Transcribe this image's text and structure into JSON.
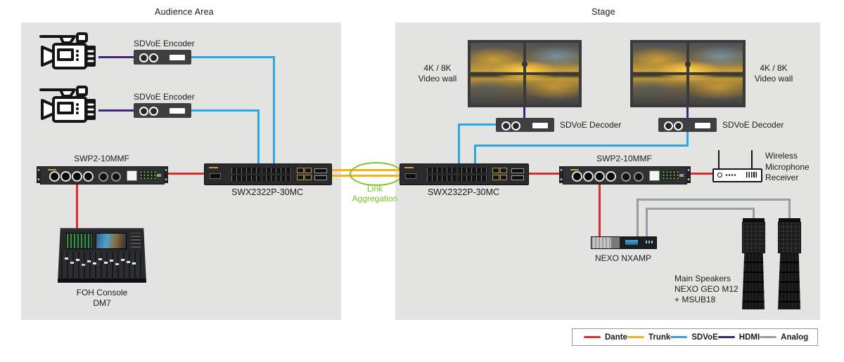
{
  "titles": {
    "audience_area": "Audience Area",
    "stage": "Stage"
  },
  "audience": {
    "encoders": [
      {
        "label": "SDVoE Encoder"
      },
      {
        "label": "SDVoE Encoder"
      }
    ],
    "swp2_label": "SWP2-10MMF",
    "switch_label": "SWX2322P-30MC",
    "console_label": [
      "FOH Console",
      "DM7"
    ]
  },
  "link_aggregation": {
    "line1": "Link",
    "line2": "Aggregation"
  },
  "stage_area": {
    "video_walls": [
      {
        "line1": "4K / 8K",
        "line2": "Video wall"
      },
      {
        "line1": "4K / 8K",
        "line2": "Video wall"
      }
    ],
    "decoders": [
      {
        "label": "SDVoE Decoder"
      },
      {
        "label": "SDVoE Decoder"
      }
    ],
    "switch_label": "SWX2322P-30MC",
    "swp2_label": "SWP2-10MMF",
    "mic_receiver_label": [
      "Wireless",
      "Microphone",
      "Receiver"
    ],
    "nxamp_label": "NEXO NXAMP",
    "speakers_label": [
      "Main Speakers",
      "NEXO GEO M12",
      "+ MSUB18"
    ]
  },
  "legend": {
    "items": [
      {
        "label": "Dante",
        "color": "#dd2b30"
      },
      {
        "label": "Trunk",
        "color": "#f5b31b"
      },
      {
        "label": "SDVoE",
        "color": "#29a8df"
      },
      {
        "label": "HDMI",
        "color": "#45217d"
      },
      {
        "label": "Analog",
        "color": "#969ea3"
      }
    ]
  },
  "colors": {
    "panel_background": "#e3e4e2",
    "link_aggregation_green": "#7fc122",
    "dante_red": "#dd2b30",
    "trunk_yellow": "#f5b31b",
    "sdvoe_blue": "#29a8df",
    "hdmi_purple": "#45217d",
    "analog_gray": "#969ea3"
  }
}
